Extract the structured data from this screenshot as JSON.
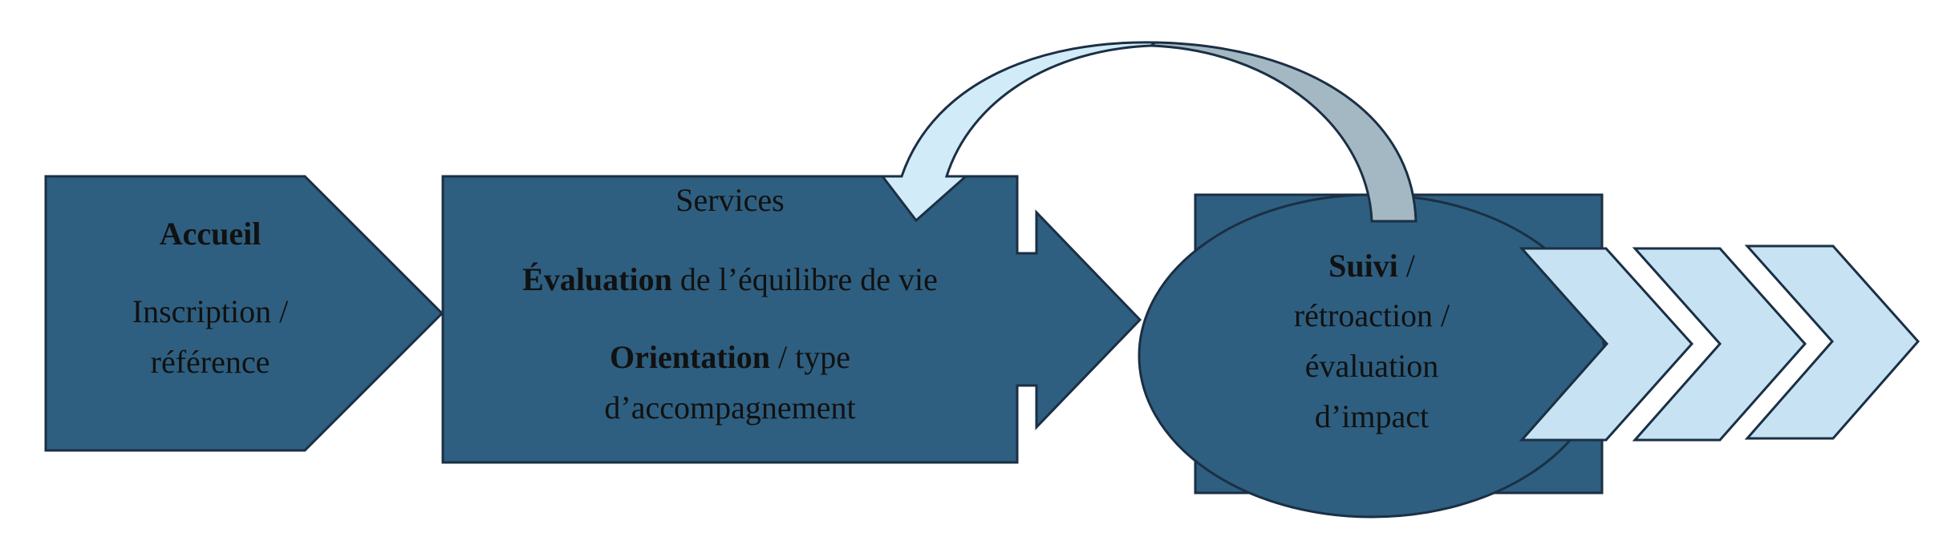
{
  "colors": {
    "box_fill": "#2e5f80",
    "stroke": "#1b2f44",
    "arc_light": "#d2ebf8",
    "arc_grey": "#a4b8c4",
    "chevron_fill": "#c6e2f3",
    "text": "#111111"
  },
  "stage1": {
    "title": "Accueil",
    "line1": "Inscription /",
    "line2": "référence"
  },
  "stage2": {
    "header": "Services",
    "evaluation_bold": "Évaluation",
    "evaluation_rest": " de l’équilibre de vie",
    "orientation_bold": "Orientation",
    "orientation_rest": " / type",
    "orientation_line2": "d’accompagnement"
  },
  "stage3": {
    "title_bold": "Suivi",
    "title_rest": " /",
    "line2": "rétroaction /",
    "line3": "évaluation",
    "line4": "d’impact"
  }
}
